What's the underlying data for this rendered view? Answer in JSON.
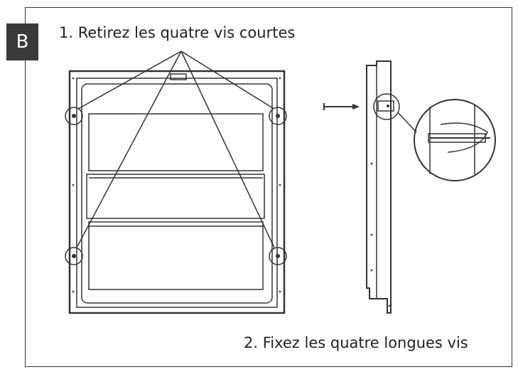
{
  "section_badge": "B",
  "step1": "1. Retirez les quatre vis courtes",
  "step2": "2. Fixez les quatre longues vis",
  "colors": {
    "line": "#333333",
    "badge": "#3a3a3a",
    "background": "#ffffff"
  }
}
